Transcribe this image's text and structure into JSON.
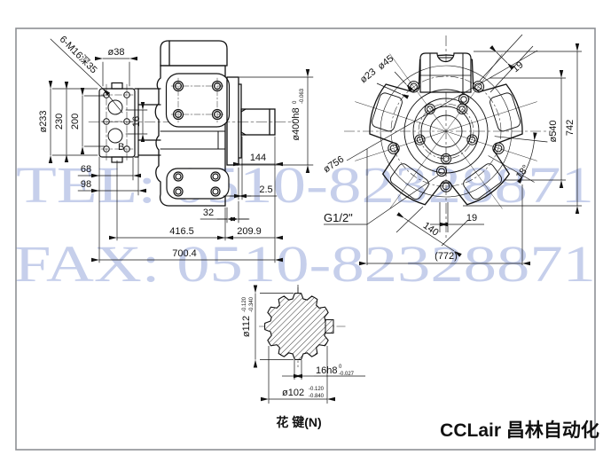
{
  "watermark": {
    "line1": "TEL: 0510-82328871",
    "line2": "FAX: 0510-82328871",
    "color": "#c6cfeb"
  },
  "brand": {
    "text": "CCLair 昌林自动化"
  },
  "side_view": {
    "thread_note": "6-M16深35",
    "d38": "ø38",
    "d233": "ø233",
    "d230": "230",
    "d200": "200",
    "d16": "16",
    "d68": "68",
    "d98": "98",
    "d144": "144",
    "d25": "2.5",
    "d32": "32",
    "d4165": "416.5",
    "d2099": "209.9",
    "d7004": "700.4",
    "shaft": {
      "main": "ø400h8",
      "tol_top": "0",
      "tol_bot": "-0.063"
    },
    "port_b": "B"
  },
  "front_view": {
    "d45": "ø45",
    "d23": "ø23",
    "d19_top": "19",
    "d540": "ø540",
    "d742": "742",
    "ang18": "18°",
    "d756": "ø756",
    "port": "G1/2\"",
    "d19_bottom": "19",
    "d140": "140",
    "d772": "(772)"
  },
  "spline_view": {
    "caption": "花 键(N)",
    "d112": {
      "main": "ø112",
      "tol_top": "-0.120",
      "tol_bot": "-0.340"
    },
    "key": {
      "main": "16h8",
      "tol_top": "0",
      "tol_bot": "-0.027"
    },
    "d102": {
      "main": "ø102",
      "tol_top": "-0.120",
      "tol_bot": "-0.840"
    }
  }
}
